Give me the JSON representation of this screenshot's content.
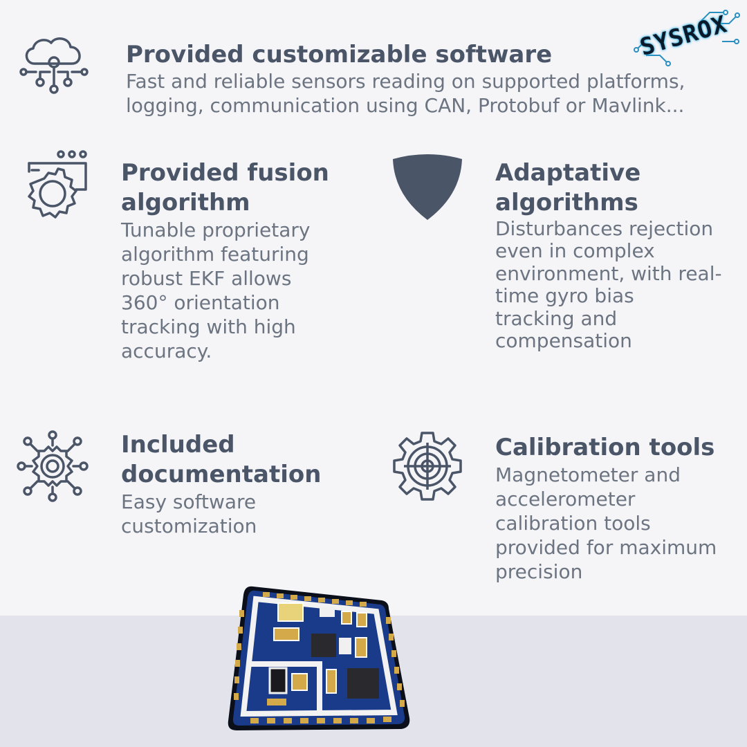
{
  "logo": {
    "text": "SYSROX"
  },
  "features": {
    "software": {
      "title": "Provided customizable software",
      "desc_line1": "Fast and reliable sensors reading on supported platforms,",
      "desc_line2": "logging, communication using CAN, Protobuf or Mavlink..."
    },
    "fusion": {
      "title_line1": "Provided fusion",
      "title_line2": "algorithm",
      "desc_lines": [
        "Tunable proprietary",
        "algorithm featuring",
        "robust EKF allows",
        "360° orientation",
        "tracking with high",
        "accuracy."
      ]
    },
    "adaptive": {
      "title_line1": "Adaptative",
      "title_line2": "algorithms",
      "desc_lines": [
        "Disturbances rejection",
        "even in complex",
        "environment, with real-",
        "time gyro bias",
        "tracking and",
        "compensation"
      ]
    },
    "documentation": {
      "title_line1": "Included",
      "title_line2": "documentation",
      "desc_lines": [
        "Easy software",
        "customization"
      ]
    },
    "calibration": {
      "title": "Calibration tools",
      "desc_lines": [
        "Magnetometer and",
        "accelerometer",
        "calibration tools",
        "provided for maximum",
        "precision"
      ]
    }
  },
  "colors": {
    "icon": "#4a5568",
    "background": "#f5f5f8",
    "band": "#e3e3ec",
    "pcb": "#1a3a8a"
  },
  "icons": {
    "software": "cloud-network-icon",
    "fusion": "gear-window-icon",
    "adaptive": "shield-icon",
    "documentation": "gear-network-icon",
    "calibration": "gear-target-icon"
  }
}
